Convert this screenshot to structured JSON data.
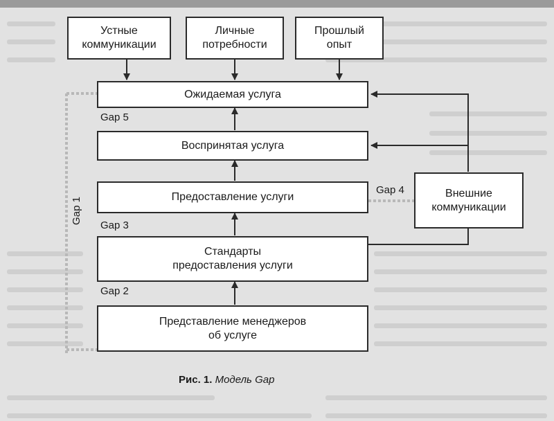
{
  "boxes": {
    "oral": "Устные\nкоммуникации",
    "personal": "Личные\nпотребности",
    "past": "Прошлый\nопыт",
    "expected": "Ожидаемая услуга",
    "perceived": "Воспринятая услуга",
    "delivery": "Предоставление услуги",
    "standards": "Стандарты\nпредоставления услуги",
    "management": "Представление менеджеров\nоб услуге",
    "external": "Внешние\nкоммуникации"
  },
  "gaps": {
    "gap1": "Gap 1",
    "gap2": "Gap 2",
    "gap3": "Gap 3",
    "gap4": "Gap 4",
    "gap5": "Gap 5"
  },
  "caption": {
    "number": "Рис. 1.",
    "title": "Модель Gap"
  },
  "colors": {
    "line": "#2a2a2a",
    "gap_dash": "#b8b8b8",
    "background": "#e2e2e2"
  }
}
